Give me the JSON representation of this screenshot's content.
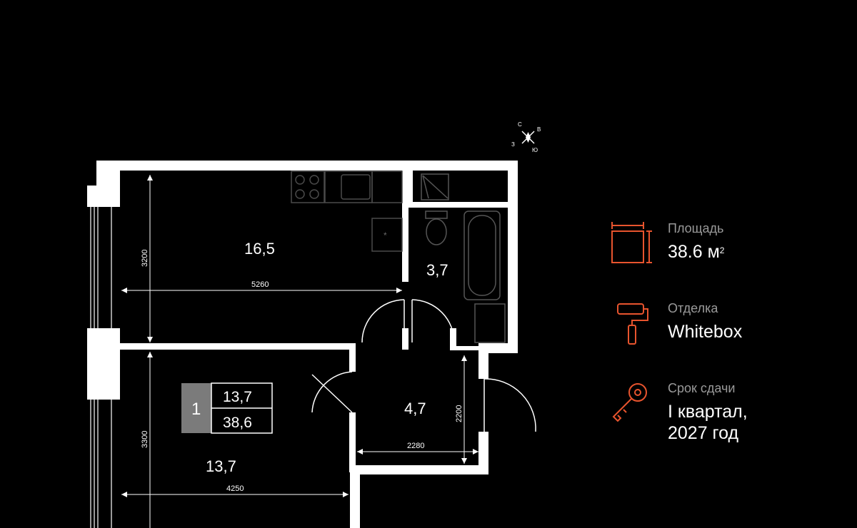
{
  "compass": {
    "n": "С",
    "e": "В",
    "s": "Ю",
    "w": "З"
  },
  "rooms": [
    {
      "name": "kitchen-living",
      "area": "16,5"
    },
    {
      "name": "bathroom",
      "area": "3,7"
    },
    {
      "name": "hall",
      "area": "4,7"
    },
    {
      "name": "bedroom",
      "area": "13,7"
    }
  ],
  "dimensions": {
    "kitchen_height": "3200",
    "kitchen_width": "5260",
    "bedroom_height": "3300",
    "bedroom_width": "4250",
    "hall_height": "2200",
    "hall_width": "2280"
  },
  "badge": {
    "rooms": "1",
    "living": "13,7",
    "total": "38,6"
  },
  "info": {
    "area_label": "Площадь",
    "area_value": "38.6 м",
    "area_unit_sup": "2",
    "finish_label": "Отделка",
    "finish_value": "Whitebox",
    "deadline_label": "Срок сдачи",
    "deadline_line1": "I квартал,",
    "deadline_line2": "2027 год"
  },
  "colors": {
    "accent": "#e8542e",
    "wall": "#ffffff",
    "badge_bg": "#7b7b7b",
    "bg": "#000000",
    "fixture": "#3a3a3a"
  }
}
